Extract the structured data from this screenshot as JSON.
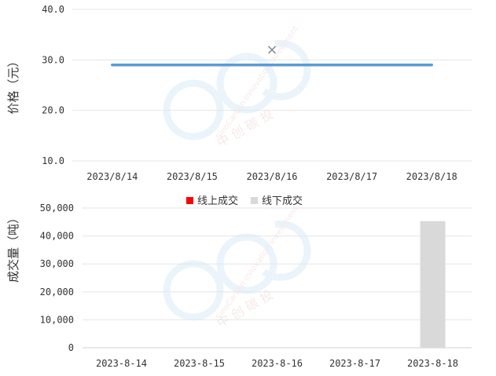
{
  "chart_data": [
    {
      "type": "line",
      "ylabel": "价格（元）",
      "ylim": [
        10,
        40
      ],
      "yticks": [
        "10.0",
        "20.0",
        "30.0",
        "40.0"
      ],
      "categories": [
        "2023/8/14",
        "2023/8/15",
        "2023/8/16",
        "2023/8/17",
        "2023/8/18"
      ],
      "series": [
        {
          "values": [
            29,
            29,
            29,
            29,
            29
          ],
          "color": "#5B9BD5"
        },
        {
          "values": [
            null,
            null,
            32,
            null,
            null
          ],
          "color": "#7f8c9a",
          "marker": "x"
        }
      ],
      "grid": true
    },
    {
      "type": "bar",
      "ylabel": "成交量（吨）",
      "ylim": [
        0,
        50000
      ],
      "yticks": [
        "0",
        "10,000",
        "20,000",
        "30,000",
        "40,000",
        "50,000"
      ],
      "categories": [
        "2023-8-14",
        "2023-8-15",
        "2023-8-16",
        "2023-8-17",
        "2023-8-18"
      ],
      "series": [
        {
          "name": "线上成交",
          "values": [
            0,
            0,
            0,
            0,
            0
          ],
          "color": "#ff0000"
        },
        {
          "name": "线下成交",
          "values": [
            0,
            0,
            0,
            0,
            45300
          ],
          "color": "#d9d9d9"
        }
      ],
      "legend": "top-center",
      "grid": true
    }
  ],
  "watermark": {
    "english": "SinoCarbon Innovation Investment",
    "chinese": "中 创 碳 投"
  }
}
